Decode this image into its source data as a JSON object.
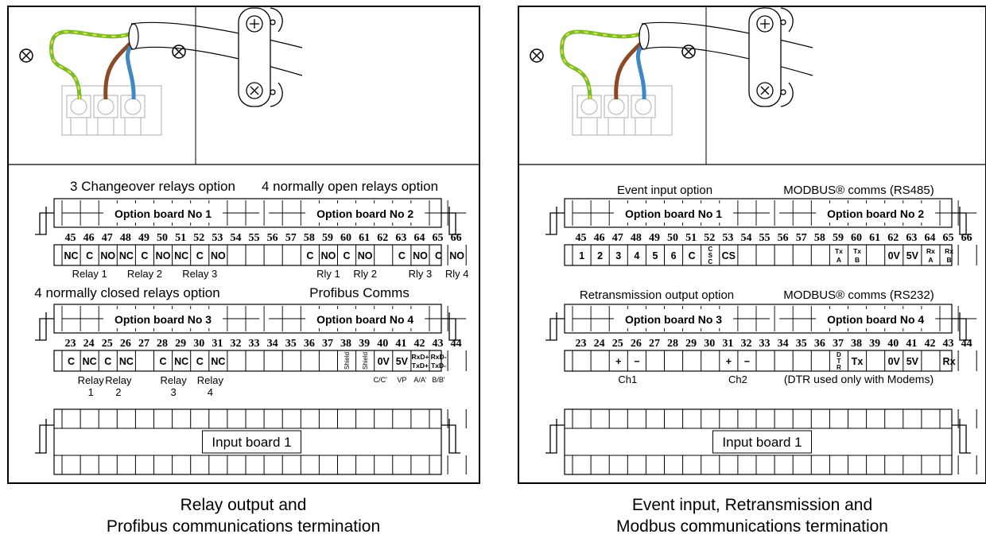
{
  "left": {
    "caption": [
      "Relay output and",
      "Profibus communications termination"
    ],
    "top_header_left": "3 Changeover relays option",
    "top_header_right": "4 normally open relays option",
    "board_top_a": "Option board No 1",
    "board_top_b": "Option board No 2",
    "top_numbers": [
      "45",
      "46",
      "47",
      "48",
      "49",
      "50",
      "51",
      "52",
      "53",
      "54",
      "55",
      "56",
      "57",
      "58",
      "59",
      "60",
      "61",
      "62",
      "63",
      "64",
      "65",
      "66"
    ],
    "top_cells": [
      "NC",
      "C",
      "NO",
      "NC",
      "C",
      "NO",
      "NC",
      "C",
      "NO",
      "",
      "",
      "",
      "",
      "C",
      "NO",
      "C",
      "NO",
      "",
      "C",
      "NO",
      "C",
      "NO"
    ],
    "top_groups": [
      "Relay 1",
      "Relay 2",
      "Relay 3",
      "Rly 1",
      "Rly 2",
      "Rly 3",
      "Rly 4"
    ],
    "mid_header_left": "4 normally closed relays option",
    "mid_header_right": "Profibus Comms",
    "board_mid_a": "Option board No 3",
    "board_mid_b": "Option board No 4",
    "mid_numbers": [
      "23",
      "24",
      "25",
      "26",
      "27",
      "28",
      "29",
      "30",
      "31",
      "32",
      "33",
      "34",
      "35",
      "36",
      "37",
      "38",
      "39",
      "40",
      "41",
      "42",
      "43",
      "44"
    ],
    "mid_cells": [
      "C",
      "NC",
      "C",
      "NC",
      "",
      "C",
      "NC",
      "C",
      "NC",
      "",
      "",
      "",
      "",
      "",
      "",
      "Shield",
      "Shield",
      "0V",
      "5V",
      "RxD+ TxD+",
      "RxD- TxD-",
      ""
    ],
    "mid_groups_top": [
      "Relay",
      "Relay",
      "Relay",
      "Relay"
    ],
    "mid_groups_bottom": [
      "1",
      "2",
      "3",
      "4"
    ],
    "mid_extra": [
      "C/C'",
      "VP",
      "A/A'",
      "B/B'"
    ],
    "input_board": "Input board 1"
  },
  "right": {
    "caption": [
      "Event input, Retransmission and",
      "Modbus communications termination"
    ],
    "top_header_left": "Event input option",
    "top_header_right": "MODBUS® comms (RS485)",
    "board_top_a": "Option board No 1",
    "board_top_b": "Option board No 2",
    "top_numbers": [
      "45",
      "46",
      "47",
      "48",
      "49",
      "50",
      "51",
      "52",
      "53",
      "54",
      "55",
      "56",
      "57",
      "58",
      "59",
      "60",
      "61",
      "62",
      "63",
      "64",
      "65",
      "66"
    ],
    "top_cells": [
      "1",
      "2",
      "3",
      "4",
      "5",
      "6",
      "C",
      "CSC",
      "CS",
      "",
      "",
      "",
      "",
      "",
      "Tx A",
      "Tx B",
      "",
      "0V",
      "5V",
      "Rx A",
      "Rx B",
      ""
    ],
    "mid_header_left": "Retransmission output option",
    "mid_header_right": "MODBUS® comms (RS232)",
    "board_mid_a": "Option board No 3",
    "board_mid_b": "Option board No 4",
    "mid_numbers": [
      "23",
      "24",
      "25",
      "26",
      "27",
      "28",
      "29",
      "30",
      "31",
      "32",
      "33",
      "34",
      "35",
      "36",
      "37",
      "38",
      "39",
      "40",
      "41",
      "42",
      "43",
      "44"
    ],
    "mid_cells": [
      "",
      "",
      "+",
      "−",
      "",
      "",
      "",
      "",
      "+",
      "−",
      "",
      "",
      "",
      "",
      "DTR",
      "Tx",
      "",
      "0V",
      "5V",
      "",
      "Rx",
      ""
    ],
    "mid_groups": [
      "Ch1",
      "Ch2"
    ],
    "mid_note": "(DTR used only with Modems)",
    "input_board": "Input board 1"
  },
  "colors": {
    "earth_green": "#7dbb2e",
    "earth_yellow": "#e6e14a",
    "live_brown": "#8b4a25",
    "neutral_blue": "#3f88c5"
  }
}
